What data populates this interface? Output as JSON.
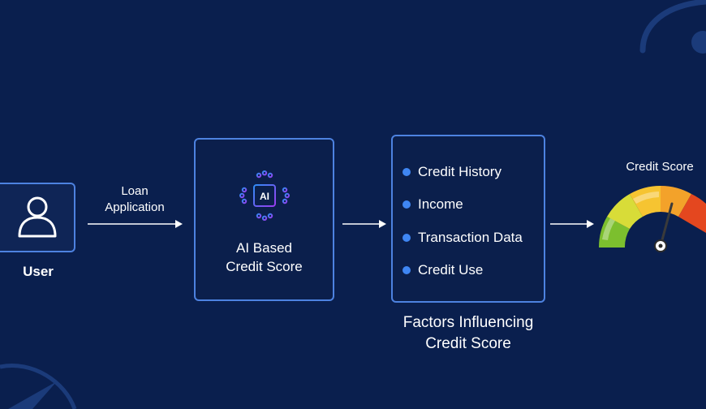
{
  "user": {
    "label": "User"
  },
  "arrow1": {
    "line1": "Loan",
    "line2": "Application"
  },
  "ai_box": {
    "chip": "AI",
    "line1": "AI Based",
    "line2": "Credit Score"
  },
  "factors": {
    "items": [
      "Credit History",
      "Income",
      "Transaction Data",
      "Credit Use"
    ],
    "caption_line1": "Factors Influencing",
    "caption_line2": "Credit Score"
  },
  "gauge": {
    "title": "Credit Score"
  },
  "colors": {
    "background": "#0a1f4e",
    "box_border": "#4d82e0",
    "bullet": "#3f86f3",
    "chip_gradient_start": "#2f8cf5",
    "chip_gradient_end": "#9a3cf0"
  }
}
